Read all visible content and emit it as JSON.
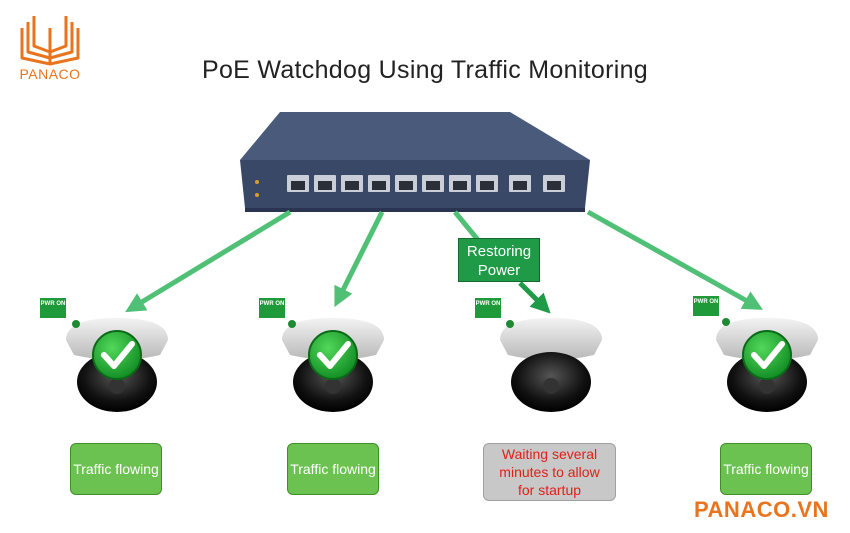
{
  "logo": {
    "text": "PANACO",
    "icon": "open-book-icon"
  },
  "title": "PoE Watchdog Using Traffic Monitoring",
  "restoring_label": "Restoring Power",
  "cameras": [
    {
      "pwr": "PWR ON",
      "status": "Traffic flowing",
      "state": "ok"
    },
    {
      "pwr": "PWR ON",
      "status": "Traffic flowing",
      "state": "ok"
    },
    {
      "pwr": "PWR ON",
      "status": "Waiting several minutes to allow for startup",
      "state": "wait"
    },
    {
      "pwr": "PWR ON",
      "status": "Traffic flowing",
      "state": "ok"
    }
  ],
  "brand_footer": "PANACO.VN",
  "colors": {
    "accent": "#e8741e",
    "arrow": "#4fc075",
    "ok": "#6cc250",
    "restoring": "#1f9a46",
    "wait_text": "#e0201a"
  }
}
